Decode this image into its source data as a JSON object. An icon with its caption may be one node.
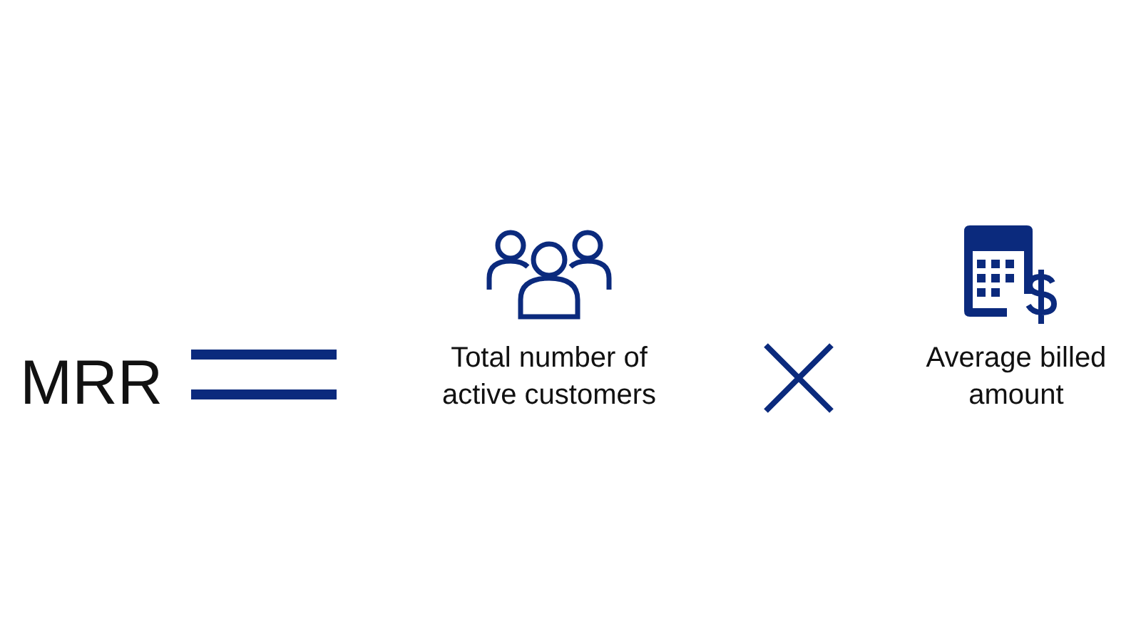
{
  "diagram": {
    "labels": [
      "MRR",
      "Total number of active customers",
      "Average billed amount"
    ]
  }
}
